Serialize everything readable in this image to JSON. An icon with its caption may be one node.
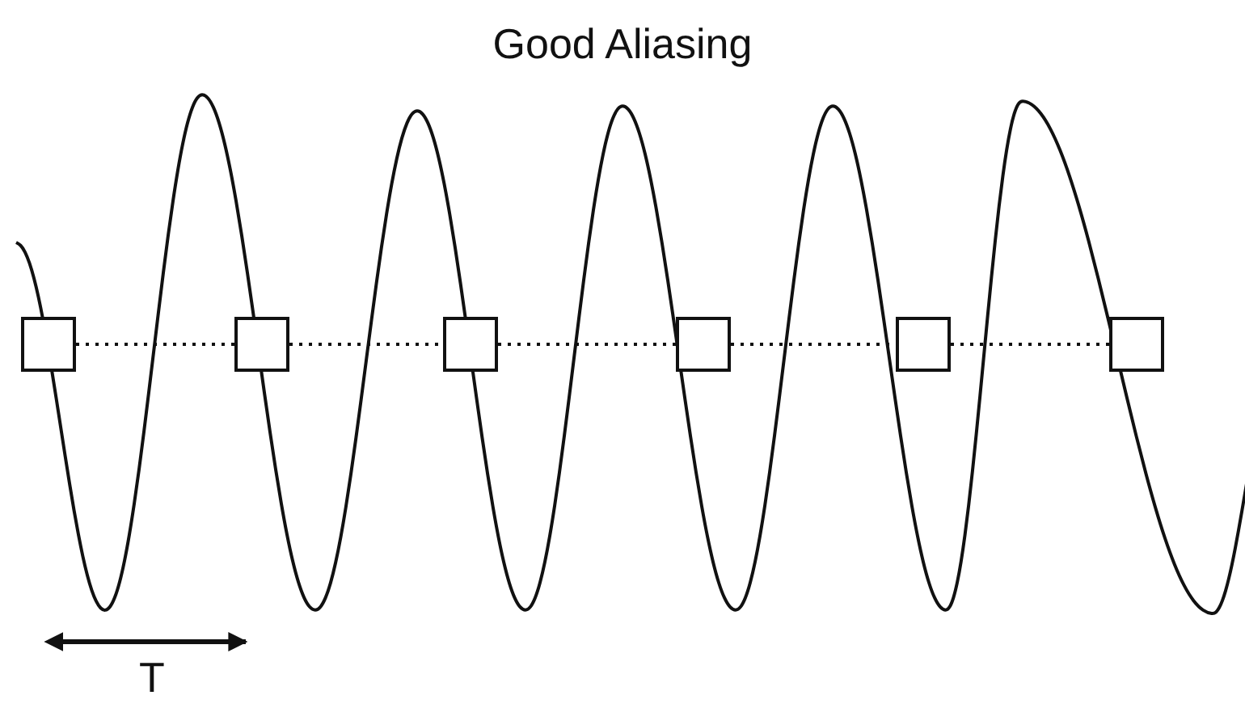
{
  "diagram": {
    "title": "Good Aliasing",
    "nodes": [
      {
        "text": [],
        "shape": "box"
      },
      {
        "text": [],
        "shape": "box"
      },
      {
        "text": [],
        "shape": "box"
      },
      {
        "text": [],
        "shape": "box"
      },
      {
        "text": [],
        "shape": "box"
      },
      {
        "text": [],
        "shape": "box"
      }
    ],
    "edges": [
      {
        "from": 0,
        "to": 1,
        "arrow": "none",
        "style": "dashed"
      },
      {
        "from": 1,
        "to": 2,
        "arrow": "none",
        "style": "dashed"
      },
      {
        "from": 2,
        "to": 3,
        "arrow": "none",
        "style": "dashed"
      },
      {
        "from": 3,
        "to": 4,
        "arrow": "none",
        "style": "dashed"
      },
      {
        "from": 4,
        "to": 5,
        "arrow": "none",
        "style": "dashed"
      }
    ],
    "labels": [
      "T"
    ]
  }
}
